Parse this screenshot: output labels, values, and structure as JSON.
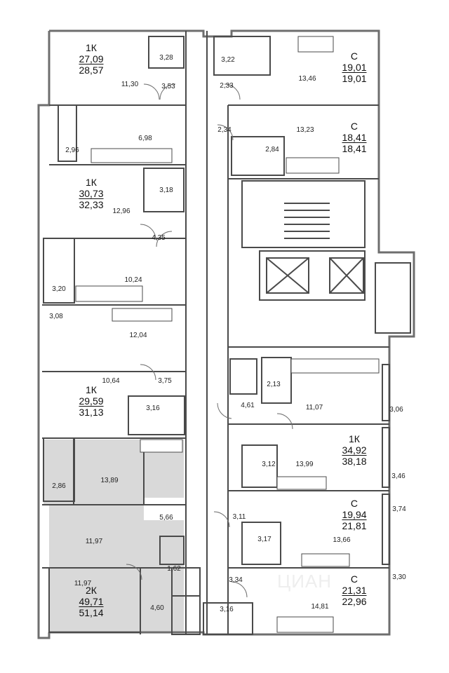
{
  "apartments": [
    {
      "id": "a1",
      "type": "1К",
      "living": "27,09",
      "total": "28,57"
    },
    {
      "id": "a2",
      "type": "С",
      "living": "19,01",
      "total": "19,01"
    },
    {
      "id": "a3",
      "type": "С",
      "living": "18,41",
      "total": "18,41"
    },
    {
      "id": "a4",
      "type": "1К",
      "living": "30,73",
      "total": "32,33"
    },
    {
      "id": "a5",
      "type": "1К",
      "living": "29,59",
      "total": "31,13"
    },
    {
      "id": "a6",
      "type": "1К",
      "living": "34,92",
      "total": "38,18"
    },
    {
      "id": "a7",
      "type": "С",
      "living": "19,94",
      "total": "21,81"
    },
    {
      "id": "a8",
      "type": "С",
      "living": "21,31",
      "total": "22,96"
    },
    {
      "id": "a9",
      "type": "2К",
      "living": "49,71",
      "total": "51,14"
    }
  ],
  "room_areas": [
    "3,28",
    "11,30",
    "3,53",
    "3,22",
    "2,33",
    "13,46",
    "2,34",
    "13,23",
    "2,84",
    "6,98",
    "2,96",
    "3,18",
    "12,96",
    "4,35",
    "10,24",
    "3,20",
    "3,08",
    "12,04",
    "10,64",
    "3,75",
    "3,16",
    "2,13",
    "4,61",
    "11,07",
    "3,06",
    "3,12",
    "13,99",
    "3,46",
    "2,86",
    "13,89",
    "5,66",
    "3,11",
    "3,17",
    "13,66",
    "3,74",
    "11,97",
    "1,62",
    "11,97",
    "3,34",
    "3,30",
    "4,60",
    "3,16",
    "14,81"
  ],
  "watermark": "ЦИАН",
  "colors": {
    "wall": "#6e6e6e",
    "highlight": "#d9d9d9",
    "line": "#4a4a4a"
  }
}
